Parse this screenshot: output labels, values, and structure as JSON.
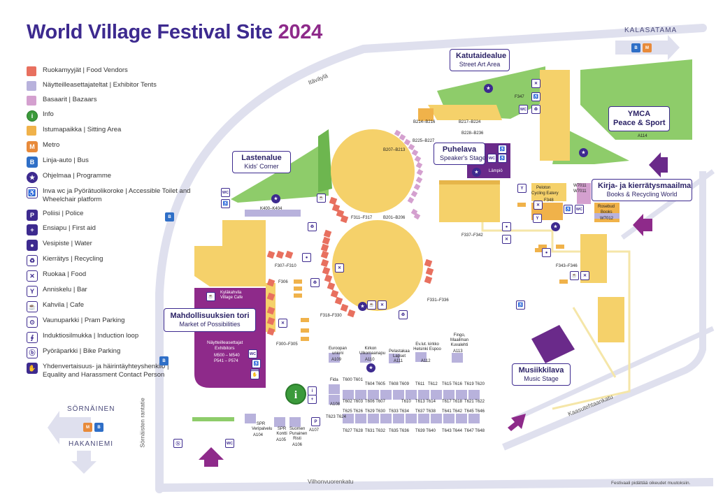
{
  "title": {
    "main": "World Village Festival Site ",
    "year": "2024"
  },
  "legend": [
    {
      "type": "swatch",
      "color": "#e8705f",
      "label": "Ruokamyyjät | Food Vendors"
    },
    {
      "type": "swatch",
      "color": "#b8b2dc",
      "label": "Näytteilleasettajateltat | Exhibitor Tents"
    },
    {
      "type": "swatch",
      "color": "#d4a0cf",
      "label": "Basaarit | Bazaars"
    },
    {
      "type": "icon",
      "icon": "info-icon",
      "glyph": "i",
      "style": "green",
      "label": "Info"
    },
    {
      "type": "swatch",
      "color": "#f0b24a",
      "label": "Istumapaikka | Sitting Area"
    },
    {
      "type": "icon",
      "icon": "metro-icon",
      "glyph": "M",
      "style": "orange",
      "label": "Metro"
    },
    {
      "type": "icon",
      "icon": "bus-icon",
      "glyph": "B",
      "style": "blue",
      "label": "Linja-auto | Bus"
    },
    {
      "type": "icon",
      "icon": "programme-star-icon",
      "glyph": "★",
      "style": "solid round",
      "label": "Ohjelmaa | Programme"
    },
    {
      "type": "icon",
      "icon": "accessible-toilet-icon",
      "glyph": "♿",
      "style": "",
      "label": "Inva wc ja Pyörätuolikoroke | Accessible Toilet and Wheelchair platform"
    },
    {
      "type": "icon",
      "icon": "police-icon",
      "glyph": "P",
      "style": "solid",
      "label": "Poliisi | Police"
    },
    {
      "type": "icon",
      "icon": "first-aid-icon",
      "glyph": "+",
      "style": "solid",
      "label": "Ensiapu | First aid"
    },
    {
      "type": "icon",
      "icon": "water-icon",
      "glyph": "●",
      "style": "solid",
      "label": "Vesipiste | Water"
    },
    {
      "type": "icon",
      "icon": "recycling-icon",
      "glyph": "♻",
      "style": "",
      "label": "Kierrätys | Recycling"
    },
    {
      "type": "icon",
      "icon": "food-icon",
      "glyph": "✕",
      "style": "",
      "label": "Ruokaa | Food"
    },
    {
      "type": "icon",
      "icon": "bar-icon",
      "glyph": "Y",
      "style": "",
      "label": "Anniskelu | Bar"
    },
    {
      "type": "icon",
      "icon": "cafe-icon",
      "glyph": "☕",
      "style": "",
      "label": "Kahvila | Cafe"
    },
    {
      "type": "icon",
      "icon": "pram-parking-icon",
      "glyph": "⊙",
      "style": "",
      "label": "Vaunuparkki | Pram Parking"
    },
    {
      "type": "icon",
      "icon": "induction-loop-icon",
      "glyph": "∮",
      "style": "",
      "label": "Induktiosilmukka | Induction loop"
    },
    {
      "type": "icon",
      "icon": "bike-parking-icon",
      "glyph": "ⓑ",
      "style": "",
      "label": "Pyöräparkki | Bike Parking"
    },
    {
      "type": "icon",
      "icon": "contact-hand-icon",
      "glyph": "✋",
      "style": "solid",
      "label": "Yhdenvertaisuus- ja häirintäyhteyshenkilö | Equality and Harassment Contact Person"
    }
  ],
  "areas": {
    "katutaidealue": {
      "fi": "Katutaidealue",
      "en": "Street Art Area"
    },
    "lastenalue": {
      "fi": "Lastenalue",
      "en": "Kids' Corner"
    },
    "puhelava": {
      "fi": "Puhelava",
      "en": "Speaker's Stage"
    },
    "ymca": {
      "fi": "YMCA",
      "en": "Peace & Sport"
    },
    "kirja": {
      "fi": "Kirja- ja kierrätysmaailma",
      "en": "Books & Recycling World"
    },
    "tori": {
      "fi": "Mahdollisuuksien tori",
      "en": "Market of Possibilities"
    },
    "musiikkilava": {
      "fi": "Musiikkilava",
      "en": "Music Stage"
    }
  },
  "directions": {
    "kalasatama": "KALASATAMA",
    "sornainen": "SÖRNÄINEN",
    "hakaniemi": "HAKANIEMI"
  },
  "roads": {
    "itavayla": "Itäväylä",
    "sornaistenrantatie": "Sörnäisten rantatie",
    "vilhonvuorenkatu": "Vilhonvuorenkatu",
    "kaasutehtaankatu": "Kaasutehtaankatu"
  },
  "codes": {
    "b214": "B214–B216",
    "b217": "B217–B224",
    "b228": "B228–B236",
    "b225": "B225–B227",
    "b207": "B207–B213",
    "b201": "B201–B206",
    "f311": "F311–F317",
    "f347": "F347",
    "lampio": "Lämpiö",
    "a114": "A114",
    "w7011": "W7011",
    "w7012": "W7012",
    "peloton": "Peloton",
    "cycling": "Cycling Eatery",
    "f348": "F348",
    "rosebud": "Rosebud",
    "books": "Books",
    "f337": "F337–F342",
    "f343": "F343–F346",
    "k400": "K400–K404",
    "f307": "F307–F310",
    "f306": "F306",
    "f318": "F318–F330",
    "f331": "F331–F336",
    "f300": "F300–F305",
    "kylakahvila": "Kyläkahvila",
    "villagecafe": "Village Cafe",
    "exhibitors1": "Näytteilleasettajat",
    "exhibitors2": "Exhibitors",
    "m500": "M500 – M540",
    "p541": "P541 – P574",
    "a109n": "Euroopan unioni",
    "a109": "A109",
    "a110n": "Kirkon Ulkomaanapu",
    "a110": "A110",
    "a111n": "Pelastakaa Lapset",
    "a111": "A111",
    "a112n": "Ev.lut. kirkko Helsinki Espoo",
    "a112": "A112",
    "a113n": "Fingo, Maailman Kuvalehti",
    "a113": "A113",
    "fida": "Fida",
    "a108": "A108",
    "a104n": "SPR Veripalvelu",
    "a104": "A104",
    "a105n": "SPR Kontti",
    "a105": "A105",
    "a106n": "Suomen Punainen Risti",
    "a106": "A106",
    "a107": "A107",
    "t600": "T600 T601",
    "t602": "T602 T603",
    "t604": "T604 T605",
    "t606": "T606 T607",
    "t608": "T608 T609",
    "t610": "T610",
    "t611": "T611",
    "t612": "T612",
    "t613": "T613 T614",
    "t615": "T615 T616",
    "t617": "T617 T618",
    "t619": "T619 T620",
    "t621": "T621 T622",
    "t623": "T623 T624",
    "t625": "T625 T626",
    "t627": "T627 T628",
    "t629": "T629 T630",
    "t631": "T631 T632",
    "t633": "T633 T634",
    "t635": "T635 T636",
    "t637": "T637 T638",
    "t639": "T639 T640",
    "t641": "T641 T642",
    "t643": "T643 T644",
    "t645": "T645 T646",
    "t647": "T647 T648"
  },
  "wc": "WC",
  "note": "Festivaali pidättää oikeudet muutoksiin."
}
